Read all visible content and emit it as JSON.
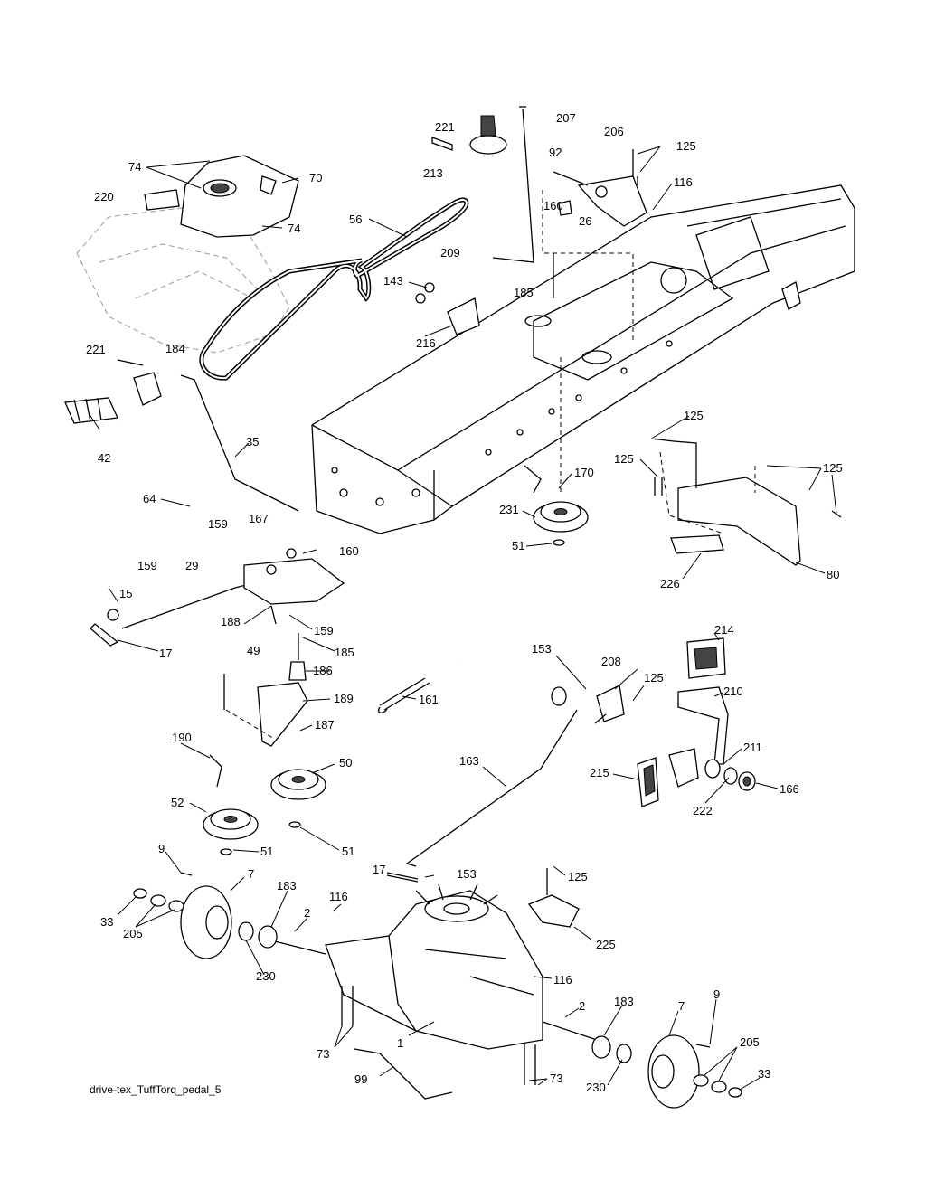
{
  "diagram": {
    "caption": "drive-tex_TuffTorq_pedal_5",
    "callouts": [
      {
        "id": "c-221a",
        "text": "221"
      },
      {
        "id": "c-213",
        "text": "213"
      },
      {
        "id": "c-207",
        "text": "207"
      },
      {
        "id": "c-206",
        "text": "206"
      },
      {
        "id": "c-125a",
        "text": "125"
      },
      {
        "id": "c-92",
        "text": "92"
      },
      {
        "id": "c-116a",
        "text": "116"
      },
      {
        "id": "c-160a",
        "text": "160"
      },
      {
        "id": "c-26",
        "text": "26"
      },
      {
        "id": "c-74a",
        "text": "74"
      },
      {
        "id": "c-70",
        "text": "70"
      },
      {
        "id": "c-220",
        "text": "220"
      },
      {
        "id": "c-74b",
        "text": "74"
      },
      {
        "id": "c-56",
        "text": "56"
      },
      {
        "id": "c-209",
        "text": "209"
      },
      {
        "id": "c-185a",
        "text": "185"
      },
      {
        "id": "c-143",
        "text": "143"
      },
      {
        "id": "c-216",
        "text": "216"
      },
      {
        "id": "c-221b",
        "text": "221"
      },
      {
        "id": "c-184",
        "text": "184"
      },
      {
        "id": "c-42",
        "text": "42"
      },
      {
        "id": "c-35",
        "text": "35"
      },
      {
        "id": "c-64",
        "text": "64"
      },
      {
        "id": "c-159a",
        "text": "159"
      },
      {
        "id": "c-167",
        "text": "167"
      },
      {
        "id": "c-160b",
        "text": "160"
      },
      {
        "id": "c-159b",
        "text": "159"
      },
      {
        "id": "c-29",
        "text": "29"
      },
      {
        "id": "c-15",
        "text": "15"
      },
      {
        "id": "c-188",
        "text": "188"
      },
      {
        "id": "c-159c",
        "text": "159"
      },
      {
        "id": "c-17a",
        "text": "17"
      },
      {
        "id": "c-49",
        "text": "49"
      },
      {
        "id": "c-185b",
        "text": "185"
      },
      {
        "id": "c-186",
        "text": "186"
      },
      {
        "id": "c-189",
        "text": "189"
      },
      {
        "id": "c-161",
        "text": "161"
      },
      {
        "id": "c-187",
        "text": "187"
      },
      {
        "id": "c-190",
        "text": "190"
      },
      {
        "id": "c-50",
        "text": "50"
      },
      {
        "id": "c-52",
        "text": "52"
      },
      {
        "id": "c-51a",
        "text": "51"
      },
      {
        "id": "c-51b",
        "text": "51"
      },
      {
        "id": "c-125b",
        "text": "125"
      },
      {
        "id": "c-125c",
        "text": "125"
      },
      {
        "id": "c-125d",
        "text": "125"
      },
      {
        "id": "c-170",
        "text": "170"
      },
      {
        "id": "c-231",
        "text": "231"
      },
      {
        "id": "c-51c",
        "text": "51"
      },
      {
        "id": "c-226",
        "text": "226"
      },
      {
        "id": "c-80",
        "text": "80"
      },
      {
        "id": "c-214",
        "text": "214"
      },
      {
        "id": "c-153a",
        "text": "153"
      },
      {
        "id": "c-208",
        "text": "208"
      },
      {
        "id": "c-125e",
        "text": "125"
      },
      {
        "id": "c-210",
        "text": "210"
      },
      {
        "id": "c-211",
        "text": "211"
      },
      {
        "id": "c-163",
        "text": "163"
      },
      {
        "id": "c-215",
        "text": "215"
      },
      {
        "id": "c-222",
        "text": "222"
      },
      {
        "id": "c-166",
        "text": "166"
      },
      {
        "id": "c-9a",
        "text": "9"
      },
      {
        "id": "c-7a",
        "text": "7"
      },
      {
        "id": "c-183a",
        "text": "183"
      },
      {
        "id": "c-116b",
        "text": "116"
      },
      {
        "id": "c-2a",
        "text": "2"
      },
      {
        "id": "c-17b",
        "text": "17"
      },
      {
        "id": "c-153b",
        "text": "153"
      },
      {
        "id": "c-125f",
        "text": "125"
      },
      {
        "id": "c-33a",
        "text": "33"
      },
      {
        "id": "c-205a",
        "text": "205"
      },
      {
        "id": "c-230a",
        "text": "230"
      },
      {
        "id": "c-225",
        "text": "225"
      },
      {
        "id": "c-116c",
        "text": "116"
      },
      {
        "id": "c-2b",
        "text": "2"
      },
      {
        "id": "c-183b",
        "text": "183"
      },
      {
        "id": "c-7b",
        "text": "7"
      },
      {
        "id": "c-9b",
        "text": "9"
      },
      {
        "id": "c-73a",
        "text": "73"
      },
      {
        "id": "c-1",
        "text": "1"
      },
      {
        "id": "c-205b",
        "text": "205"
      },
      {
        "id": "c-33b",
        "text": "33"
      },
      {
        "id": "c-99",
        "text": "99"
      },
      {
        "id": "c-73b",
        "text": "73"
      },
      {
        "id": "c-230b",
        "text": "230"
      }
    ]
  }
}
